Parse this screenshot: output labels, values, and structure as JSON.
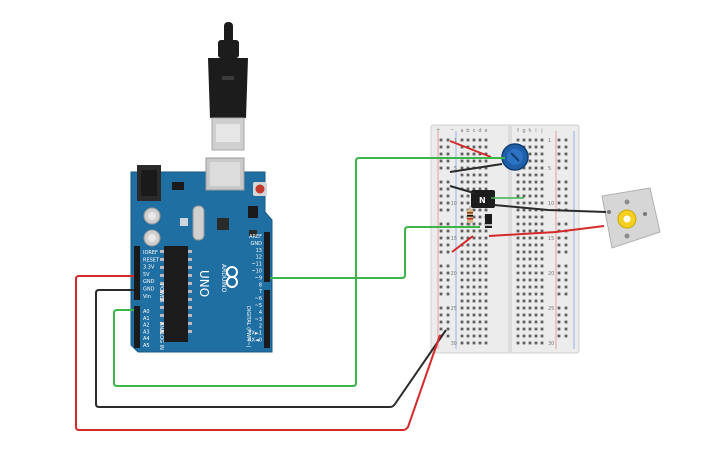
{
  "arduino": {
    "model_label": "UNO",
    "brand_label": "ARDUINO",
    "power_header_label": "POWER",
    "analog_header_label": "ANALOG IN",
    "digital_header_label": "DIGITAL (PWM~)",
    "reset_label": "RESET",
    "power_pins": [
      "IOREF",
      "RESET",
      "3.3V",
      "5V",
      "GND",
      "GND",
      "Vin"
    ],
    "analog_pins": [
      "A0",
      "A1",
      "A2",
      "A3",
      "A4",
      "A5"
    ],
    "digital_pins": [
      "AREF",
      "GND",
      "13",
      "12",
      "~11",
      "~10",
      "~9",
      "8",
      "7",
      "~6",
      "~5",
      "4",
      "~3",
      "2",
      "TX►1",
      "RX◄0"
    ],
    "board_color": "#1f6fa3"
  },
  "breadboard": {
    "column_letters": [
      "a",
      "b",
      "c",
      "d",
      "e",
      "f",
      "g",
      "h",
      "i",
      "j"
    ],
    "row_numbers": [
      "1",
      "5",
      "10",
      "15",
      "20",
      "25",
      "30"
    ],
    "rail_plus": "+",
    "rail_minus": "−"
  },
  "components": {
    "transistor_label": "N",
    "motor": "dc-motor",
    "potentiometer": "potentiometer",
    "diode": "diode",
    "resistor": "resistor"
  },
  "colors": {
    "wire_red": "#d42a2a",
    "wire_black": "#2b2b2b",
    "wire_green": "#3cb54a",
    "pot_blue": "#1e5fa8",
    "motor_yellow": "#f5d020"
  }
}
